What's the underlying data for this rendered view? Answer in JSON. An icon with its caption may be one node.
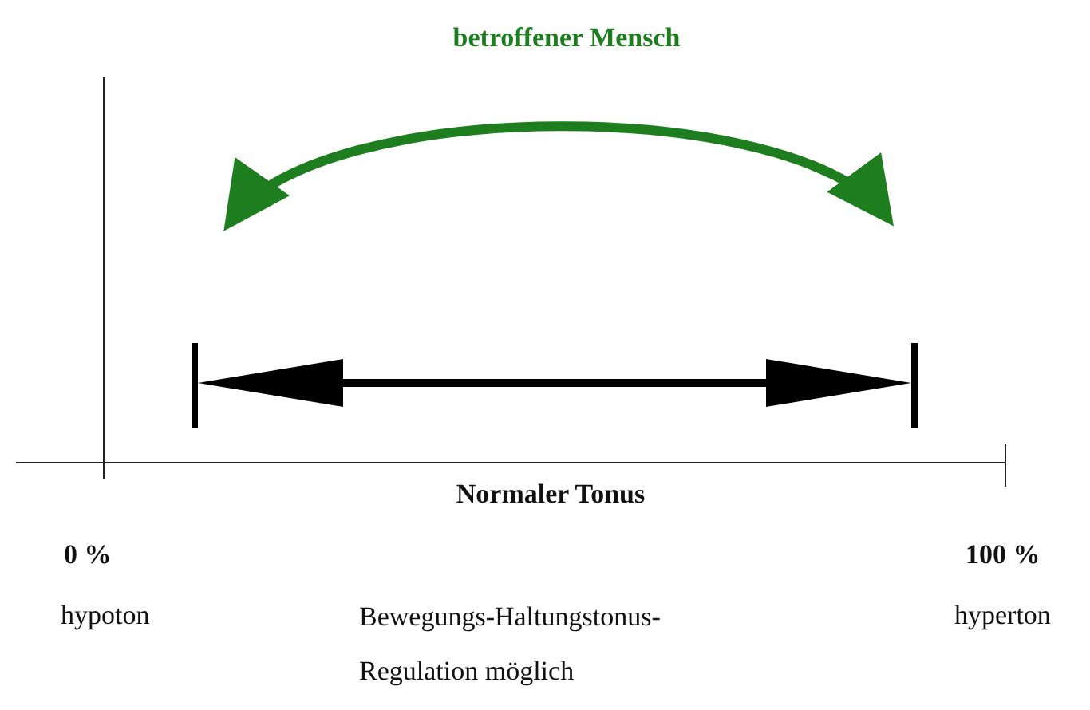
{
  "diagram": {
    "labels": [
      "betroffener Mensch",
      "Normaler Tonus",
      "0 %",
      "100 %",
      "hypoton",
      "Bewegungs-Haltungstonus-Regulation möglich",
      "hyperton"
    ]
  }
}
